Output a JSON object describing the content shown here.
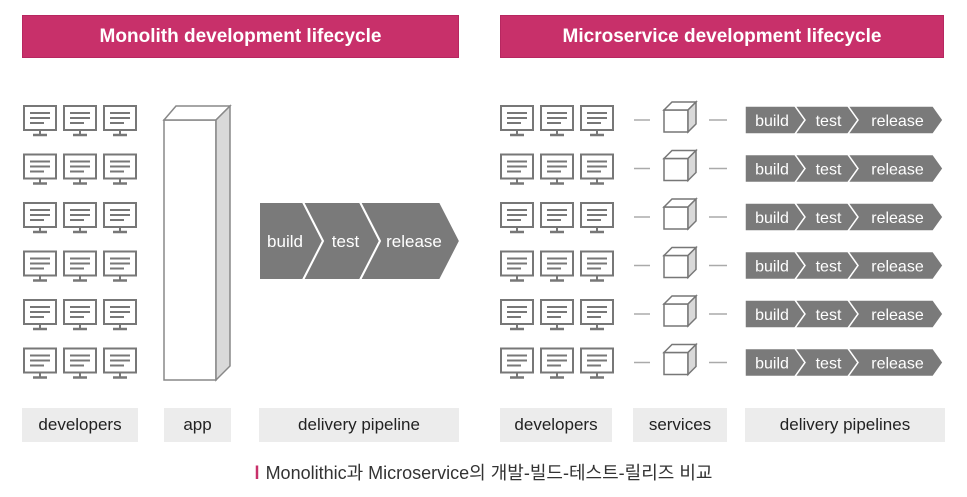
{
  "headers": {
    "monolith": "Monolith development lifecycle",
    "microservice": "Microservice development lifecycle"
  },
  "stages": [
    "build",
    "test",
    "release"
  ],
  "labels": {
    "mono_developers": "developers",
    "mono_app": "app",
    "mono_pipeline": "delivery pipeline",
    "micro_developers": "developers",
    "micro_services": "services",
    "micro_pipelines": "delivery pipelines"
  },
  "caption": {
    "mark": "l",
    "text": "Monolithic과 Microservice의 개발-빌드-테스트-릴리즈 비교"
  },
  "colors": {
    "header_bg": "#c8306a",
    "pipeline_fill": "#7a7a7a",
    "label_bg": "#ececec",
    "icon_stroke": "#777777"
  },
  "icons": {
    "developer": "monitor-icon",
    "service": "cube-icon",
    "app": "tall-box-icon"
  }
}
